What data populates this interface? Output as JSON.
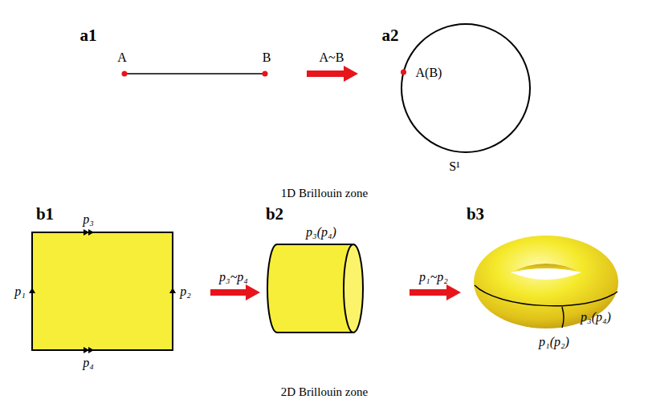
{
  "diagram": {
    "labels": [
      "a1",
      "A",
      "B",
      "A~B",
      "a2",
      "A(B)",
      "S¹",
      "1D Brillouin zone",
      "b1",
      "p₃",
      "p₁",
      "p₂",
      "p₄",
      "p₃~p₄",
      "b2",
      "p₃(p₄)",
      "p₁~p₂",
      "b3",
      "p₃(p₄)",
      "p₁(p₂)",
      "2D Brillouin zone"
    ]
  }
}
